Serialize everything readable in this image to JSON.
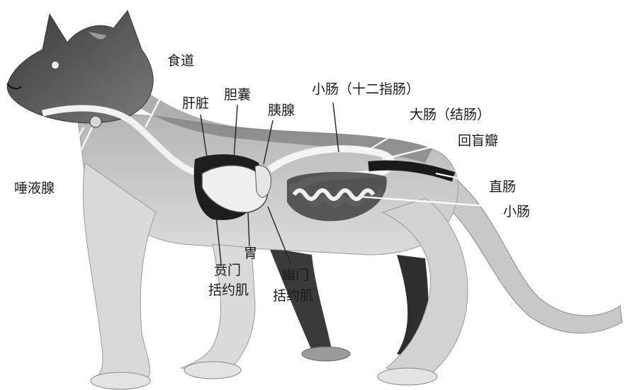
{
  "labels": {
    "esophagus": "食道",
    "liver": "肝脏",
    "gallbladder": "胆囊",
    "pancreas": "胰腺",
    "duodenum": "小肠（十二指肠）",
    "colon": "大肠（结肠）",
    "ileocecal_valve": "回盲瓣",
    "rectum": "直肠",
    "small_intestine": "小肠",
    "salivary_gland": "唾液腺",
    "stomach": "胃",
    "cardiac_sphincter_1": "贲门",
    "cardiac_sphincter_2": "括约肌",
    "pyloric_sphincter_1": "幽门",
    "pyloric_sphincter_2": "括约肌"
  }
}
